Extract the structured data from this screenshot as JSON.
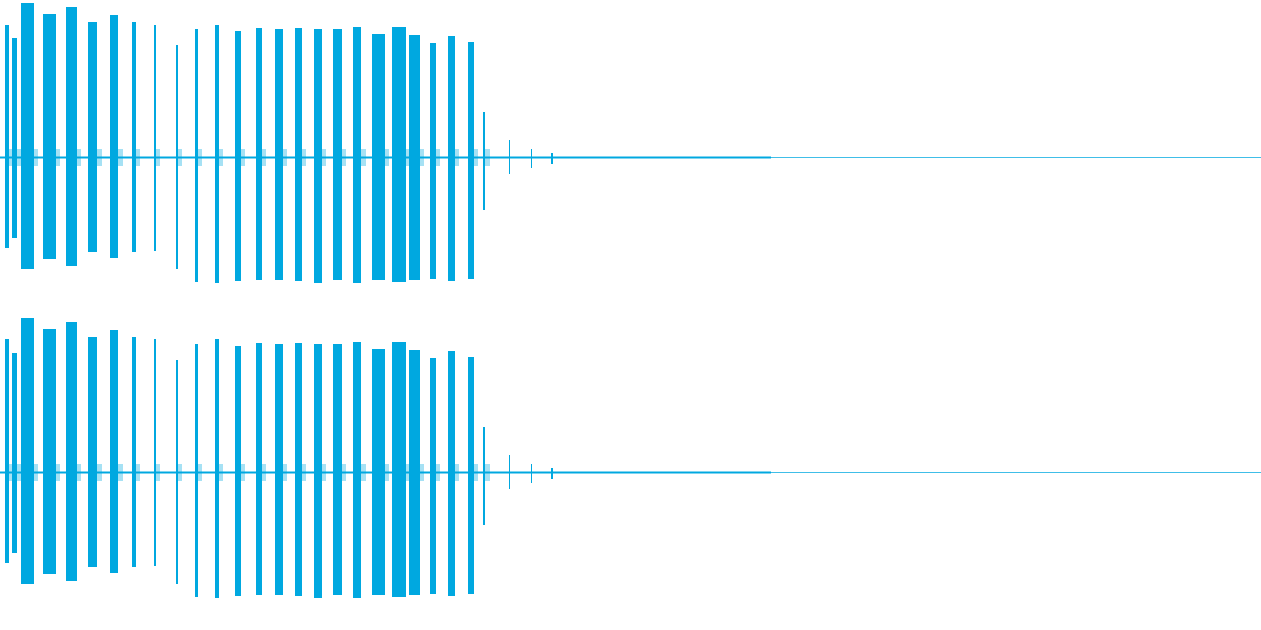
{
  "waveform": {
    "color": "#00A8E0",
    "channel_count": 2,
    "channels": [
      {
        "id": "left"
      },
      {
        "id": "right"
      }
    ]
  }
}
